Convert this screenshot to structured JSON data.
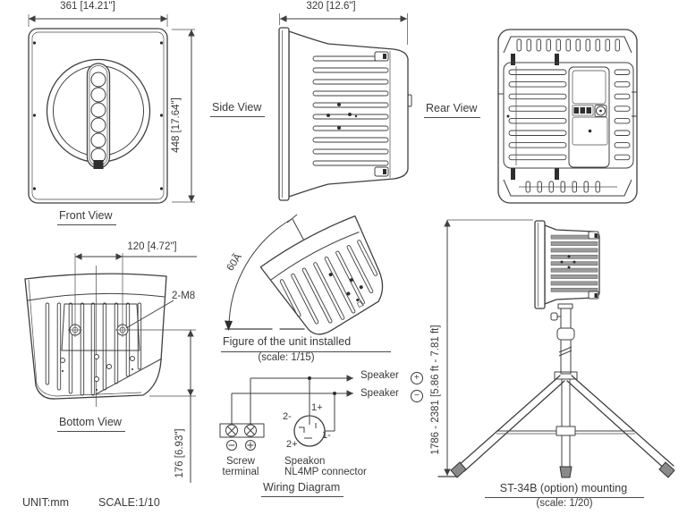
{
  "footer": {
    "unit_label": "UNIT:mm",
    "scale_label": "SCALE:1/10"
  },
  "front_view": {
    "label": "Front View",
    "width_dim": "361 [14.21\"]",
    "height_dim": "448 [17.64\"]"
  },
  "side_view": {
    "label": "Side View",
    "depth_dim": "320 [12.6\"]"
  },
  "rear_view": {
    "label": "Rear View"
  },
  "bottom_view": {
    "label": "Bottom View",
    "hole_pitch_dim": "120 [4.72\"]",
    "thread_label": "2-M8",
    "offset_dim": "176 [6.93\"]"
  },
  "installed_figure": {
    "caption": "Figure of the unit installed",
    "scale_note": "(scale: 1/15)",
    "angle_label": "60Ã"
  },
  "wiring_diagram": {
    "caption": "Wiring Diagram",
    "speaker_label_plus": "Speaker",
    "speaker_label_minus": "Speaker",
    "plus_sign": "+",
    "minus_sign": "−",
    "screw_terminal_line1": "Screw",
    "screw_terminal_line2": "terminal",
    "speakon_line1": "Speakon",
    "speakon_line2": "NL4MP connector",
    "pin_2_minus": "2-",
    "pin_1_plus": "1+",
    "pin_1_minus": "1-",
    "pin_2_plus": "2+"
  },
  "mounting_figure": {
    "caption": "ST-34B (option) mounting",
    "scale_note": "(scale: 1/20)",
    "height_range_dim": "1786 - 2381 [5.86 ft - 7.81 ft]"
  }
}
